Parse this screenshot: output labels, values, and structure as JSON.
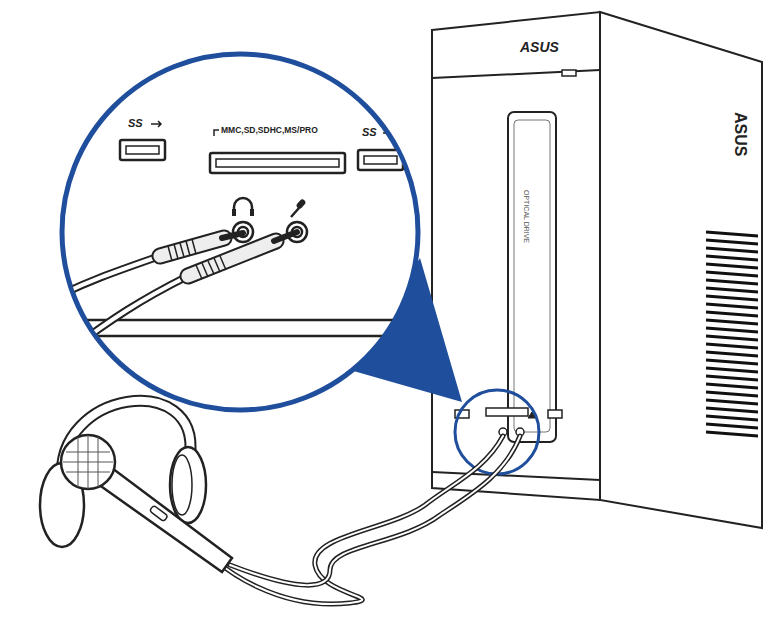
{
  "diagram": {
    "labels": [
      "ASUS",
      "OPTICAL DRIVE",
      "ASUS",
      "SS",
      "MMC,SD,SDHC,MS/PRO",
      "SS"
    ]
  }
}
